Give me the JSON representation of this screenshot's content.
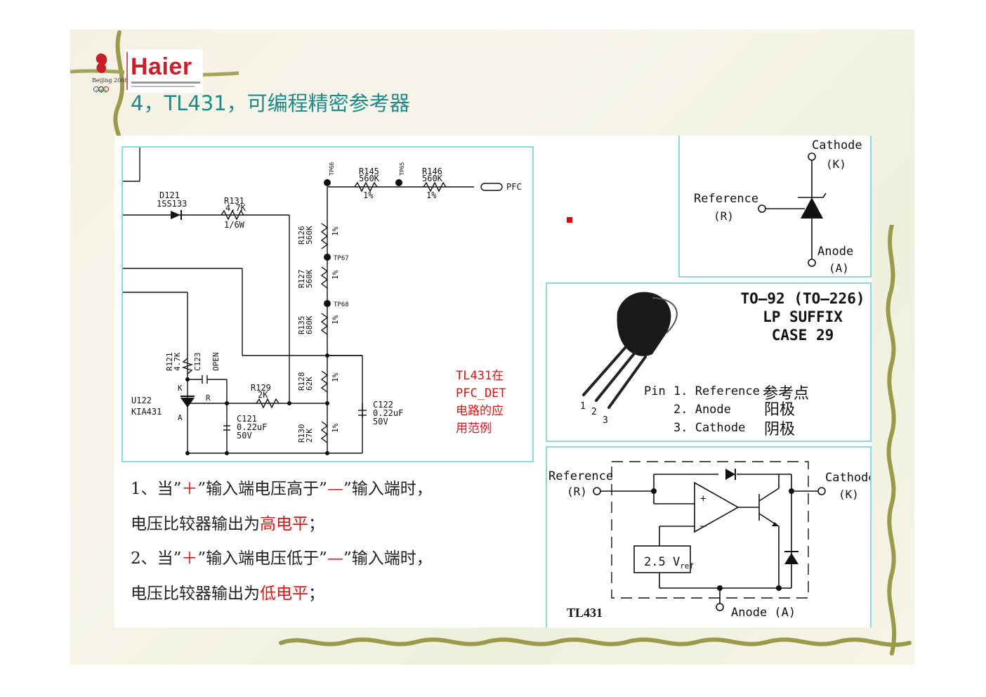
{
  "header": {
    "brand": "Haier",
    "title": "4，TL431，可编程精密参考器"
  },
  "schematic": {
    "components": {
      "D121": "D121",
      "D121_part": "1SS133",
      "R131": "R131",
      "R131_val": "4.7K",
      "R131_w": "1/6W",
      "R145": "R145",
      "R145_val": "560K",
      "R145_tol": "1%",
      "R146": "R146",
      "R146_val": "560K",
      "R146_tol": "1%",
      "TP66": "TP66",
      "TP65": "TP65",
      "TP67": "TP67",
      "TP68": "TP68",
      "PFC": "PFC",
      "R126": "R126",
      "R126_val": "560K",
      "R126_tol": "1%",
      "R127": "R127",
      "R127_val": "560K",
      "R127_tol": "1%",
      "R135": "R135",
      "R135_val": "680K",
      "R135_tol": "1%",
      "R128": "R128",
      "R128_val": "62K",
      "R128_tol": "1%",
      "R130": "R130",
      "R130_val": "27K",
      "R130_tol": "1%",
      "R121": "R121",
      "R121_val": "4.7K",
      "C123": "C123",
      "C123_val": "OPEN",
      "R129": "R129",
      "R129_val": "2K",
      "U122": "U122",
      "U122_part": "KIA431",
      "K": "K",
      "R": "R",
      "A": "A",
      "C121": "C121",
      "C121_val": "0.22uF",
      "C121_v": "50V",
      "C122": "C122",
      "C122_val": "0.22uF",
      "C122_v": "50V"
    },
    "note_lines": [
      "TL431在",
      "PFC_DET",
      "电路的应",
      "用范例"
    ]
  },
  "symbol": {
    "cathode": "Cathode",
    "cathode_k": "(K)",
    "reference": "Reference",
    "reference_r": "(R)",
    "anode": "Anode",
    "anode_a": "(A)"
  },
  "package": {
    "line1": "TO–92 (TO–226)",
    "line2": "LP SUFFIX",
    "line3": "CASE 29",
    "pin_numbers": [
      "1",
      "2",
      "3"
    ],
    "pin_header": "Pin",
    "pins": [
      "1. Reference",
      "2. Anode",
      "3. Cathode"
    ],
    "pins_cn": [
      "参考点",
      "阳极",
      "阴极"
    ]
  },
  "block": {
    "reference": "Reference",
    "reference_r": "(R)",
    "cathode": "Cathode",
    "cathode_k": "(K)",
    "vref": "2.5 V",
    "vref_sub": "ref",
    "plus": "+",
    "minus": "–",
    "part": "TL431",
    "anode": "Anode (A)"
  },
  "notes": {
    "l1_a": "1、当”",
    "l1_plus": "＋",
    "l1_b": "”输入端电压高于”",
    "l1_minus": "—",
    "l1_c": "”输入端时，",
    "l2_a": "电压比较器输出为",
    "l2_red": "高电平",
    "l2_b": "；",
    "l3_a": "2、当”",
    "l3_plus": "＋",
    "l3_b": "”输入端电压低于”",
    "l3_minus": "—",
    "l3_c": "”输入端时，",
    "l4_a": "电压比较器输出为",
    "l4_red": "低电平",
    "l4_b": "；"
  },
  "colors": {
    "title": "#1d8a8a",
    "brand": "#c8202a",
    "accent_red": "#d01818",
    "panel_border": "#8fd6de",
    "vine": "#9a9a4a"
  }
}
